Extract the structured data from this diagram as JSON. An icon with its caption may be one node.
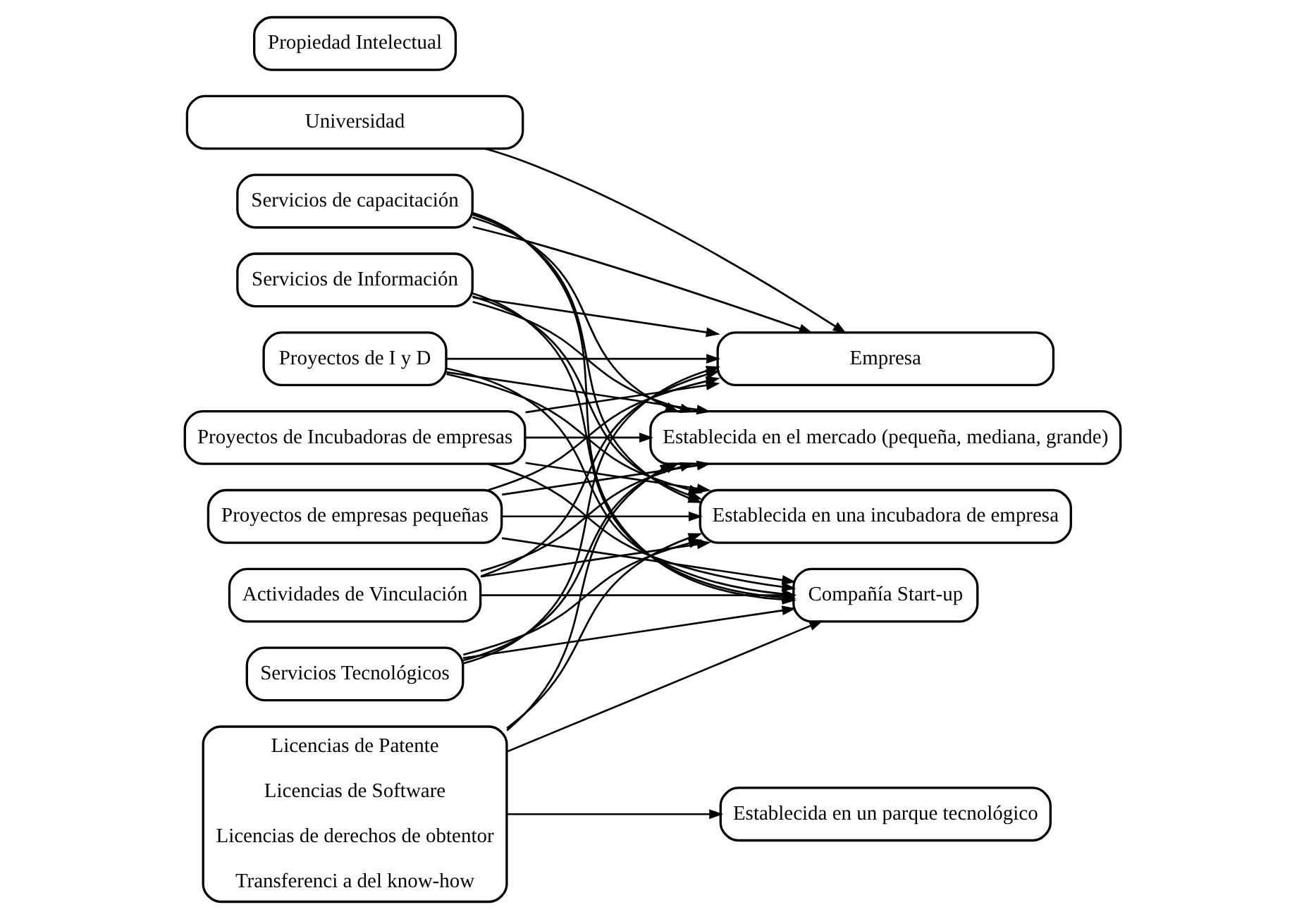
{
  "diagram": {
    "nodes": [
      {
        "text": [
          "Universidad"
        ]
      },
      {
        "text": [
          "Empresa"
        ]
      },
      {
        "text": [
          "Actividades de Vinculación"
        ]
      },
      {
        "text": [
          "Servicios Tecnológicos"
        ]
      },
      {
        "text": [
          "Servicios de capacitación"
        ]
      },
      {
        "text": [
          "Servicios de Información"
        ]
      },
      {
        "text": [
          "Proyectos de I y D"
        ]
      },
      {
        "text": [
          "Proyectos de Incubadoras de empresas"
        ]
      },
      {
        "text": [
          "Proyectos de empresas pequeñas"
        ]
      },
      {
        "text": [
          "Propiedad Intelectual"
        ]
      },
      {
        "text": [
          "Licencias de Patente",
          "Licencias de Software",
          "Licencias de derechos de obtentor",
          "Transferenci a del know-how"
        ]
      },
      {
        "text": [
          "Establecida en el mercado (pequeña, mediana, grande)"
        ]
      },
      {
        "text": [
          "Establecida en una incubadora de empresa"
        ]
      },
      {
        "text": [
          "Establecida en un parque tecnológico"
        ]
      },
      {
        "text": [
          "Compañía Start-up"
        ]
      }
    ],
    "edges": [
      {
        "from": 0,
        "to": 1,
        "arrow": "to"
      },
      {
        "from": 10,
        "to": 11,
        "arrow": "to"
      },
      {
        "from": 10,
        "to": 12,
        "arrow": "to"
      },
      {
        "from": 10,
        "to": 13,
        "arrow": "to"
      },
      {
        "from": 10,
        "to": 14,
        "arrow": "to"
      },
      {
        "from": 2,
        "to": 1,
        "arrow": "to"
      },
      {
        "from": 2,
        "to": 11,
        "arrow": "to"
      },
      {
        "from": 2,
        "to": 12,
        "arrow": "to"
      },
      {
        "from": 2,
        "to": 14,
        "arrow": "to"
      },
      {
        "from": 3,
        "to": 1,
        "arrow": "to"
      },
      {
        "from": 3,
        "to": 11,
        "arrow": "to"
      },
      {
        "from": 3,
        "to": 12,
        "arrow": "to"
      },
      {
        "from": 3,
        "to": 14,
        "arrow": "to"
      },
      {
        "from": 4,
        "to": 1,
        "arrow": "to"
      },
      {
        "from": 4,
        "to": 11,
        "arrow": "to"
      },
      {
        "from": 4,
        "to": 12,
        "arrow": "to"
      },
      {
        "from": 4,
        "to": 14,
        "arrow": "to"
      },
      {
        "from": 5,
        "to": 1,
        "arrow": "to"
      },
      {
        "from": 5,
        "to": 11,
        "arrow": "to"
      },
      {
        "from": 5,
        "to": 12,
        "arrow": "to"
      },
      {
        "from": 5,
        "to": 14,
        "arrow": "to"
      },
      {
        "from": 6,
        "to": 1,
        "arrow": "to"
      },
      {
        "from": 6,
        "to": 11,
        "arrow": "to"
      },
      {
        "from": 6,
        "to": 12,
        "arrow": "to"
      },
      {
        "from": 6,
        "to": 14,
        "arrow": "to"
      },
      {
        "from": 7,
        "to": 1,
        "arrow": "to"
      },
      {
        "from": 7,
        "to": 11,
        "arrow": "to"
      },
      {
        "from": 7,
        "to": 12,
        "arrow": "to"
      },
      {
        "from": 7,
        "to": 14,
        "arrow": "to"
      },
      {
        "from": 8,
        "to": 1,
        "arrow": "to"
      },
      {
        "from": 8,
        "to": 11,
        "arrow": "to"
      },
      {
        "from": 8,
        "to": 12,
        "arrow": "to"
      },
      {
        "from": 8,
        "to": 14,
        "arrow": "to"
      }
    ]
  }
}
